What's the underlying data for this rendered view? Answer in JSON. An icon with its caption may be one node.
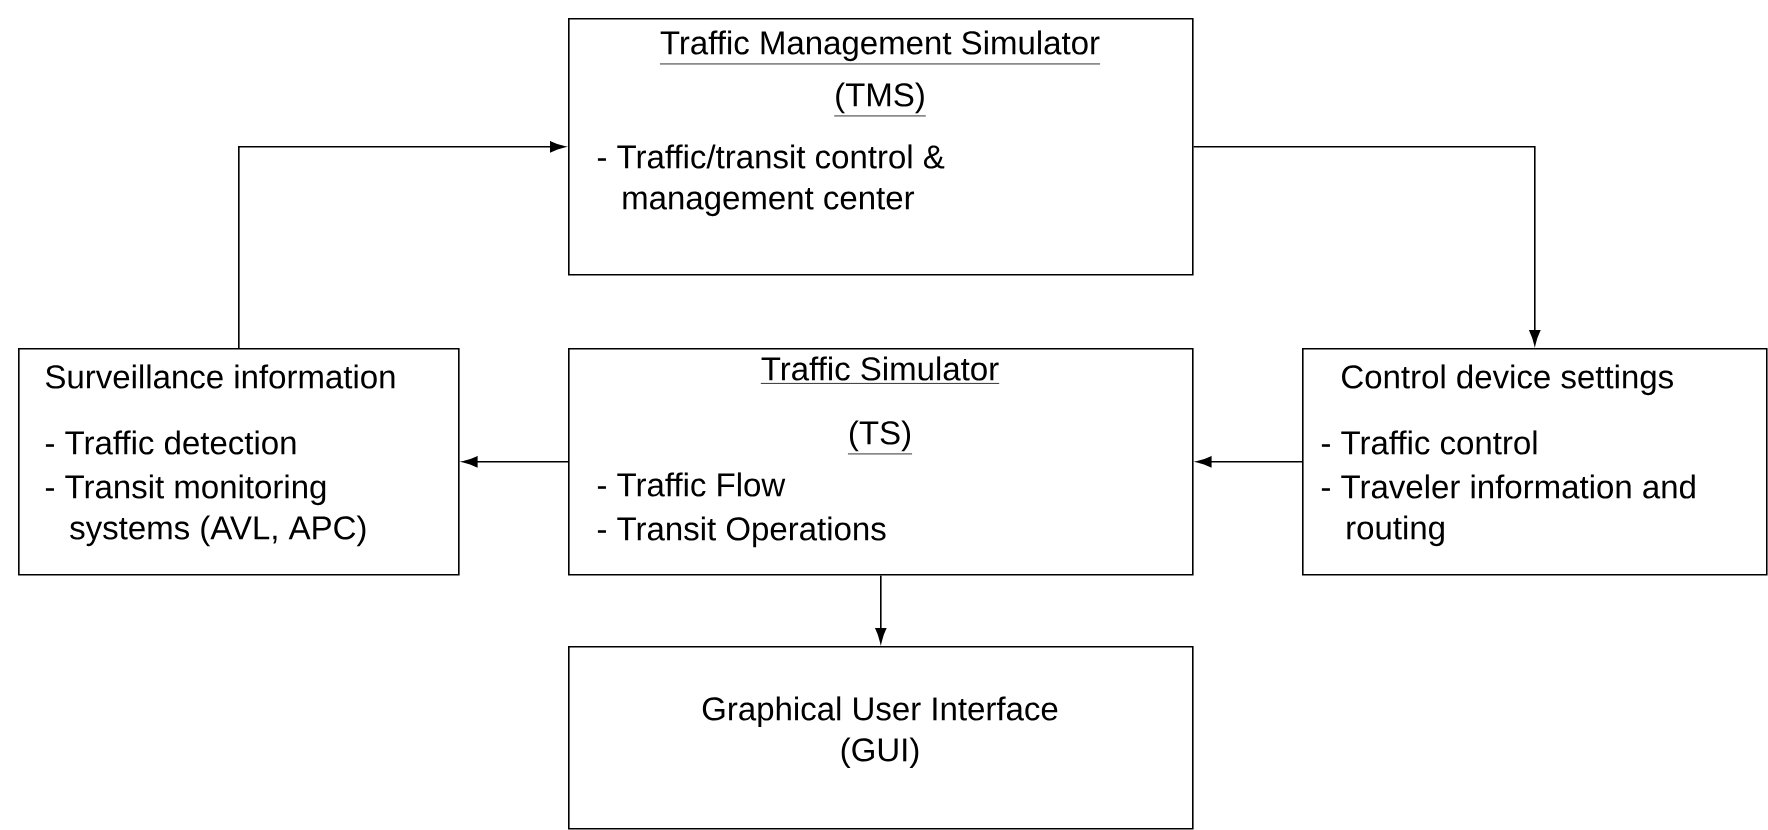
{
  "diagram": {
    "nodes": [
      {
        "text": [
          "Traffic Management Simulator",
          "(TMS)",
          "- Traffic/transit control & management center"
        ]
      },
      {
        "text": [
          "Surveillance information",
          "- Traffic detection",
          "- Transit monitoring systems (AVL, APC)"
        ]
      },
      {
        "text": [
          "Traffic Simulator",
          "(TS)",
          "- Traffic Flow",
          "- Transit Operations"
        ]
      },
      {
        "text": [
          "Control device settings",
          "- Traffic control",
          "- Traveler information and routing"
        ]
      },
      {
        "text": [
          "Graphical User Interface (GUI)"
        ]
      }
    ],
    "edges": [
      {
        "from": 1,
        "to": 0,
        "arrow": "to"
      },
      {
        "from": 0,
        "to": 3,
        "arrow": "to"
      },
      {
        "from": 3,
        "to": 2,
        "arrow": "to"
      },
      {
        "from": 2,
        "to": 1,
        "arrow": "to"
      },
      {
        "from": 2,
        "to": 4,
        "arrow": "to"
      }
    ]
  }
}
